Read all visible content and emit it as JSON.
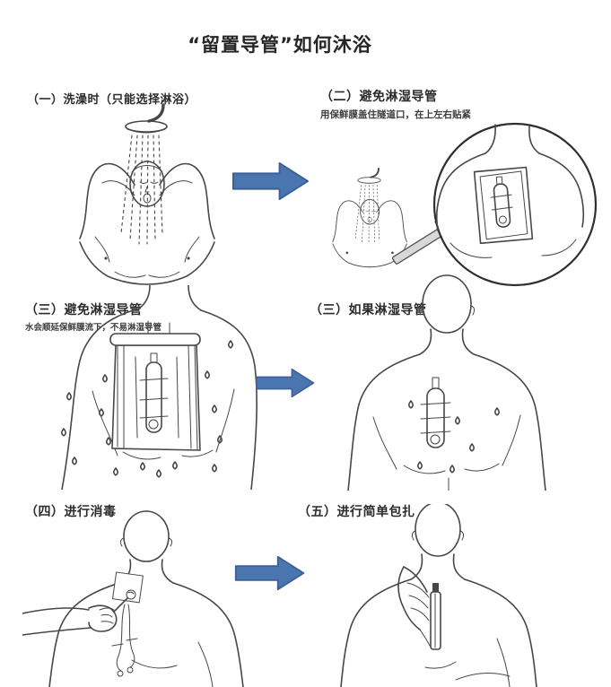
{
  "title": "“留置导管”如何沐浴",
  "panels": [
    {
      "step": "一",
      "caption": "（一）洗澡时（只能选择淋浴）",
      "subtitle": null,
      "illustration": "person-showering-arms-raised"
    },
    {
      "step": "二",
      "caption": "（二）避免淋湿导管",
      "subtitle": "用保鲜膜盖住隧道口，在上左右贴紧",
      "illustration": "shower-figure-with-magnified-wrapped-catheter"
    },
    {
      "step": "三",
      "caption": "（三）避免淋湿导管",
      "subtitle": "水会顺延保鲜膜流下，不易淋湿导管",
      "illustration": "torso-plastic-wrap-water-drops"
    },
    {
      "step": "三",
      "caption": "（三）如果淋湿导管",
      "subtitle": null,
      "illustration": "torso-wet-catheter"
    },
    {
      "step": "四",
      "caption": "（四）进行消毒",
      "subtitle": null,
      "illustration": "hand-disinfecting-catheter-site"
    },
    {
      "step": "五",
      "caption": "（五）进行简单包扎",
      "subtitle": null,
      "illustration": "hand-applying-simple-bandage"
    }
  ],
  "icons": {
    "flow_arrow": "blue-block-arrow-right",
    "magnifier_arrow": "gray-arrow-to-zoom-circle",
    "water_drop": "teardrop-outline",
    "shower_head": "shower-head-with-spray",
    "catheter": "indwelling-catheter-with-clamps",
    "plastic_wrap": "plastic-film-rectangle"
  },
  "colors": {
    "background": "#ffffff",
    "text_color": "#262626",
    "line_color": "#474747",
    "arrow_fill": "#4b75af",
    "arrow_stroke": "#3a5f99"
  }
}
